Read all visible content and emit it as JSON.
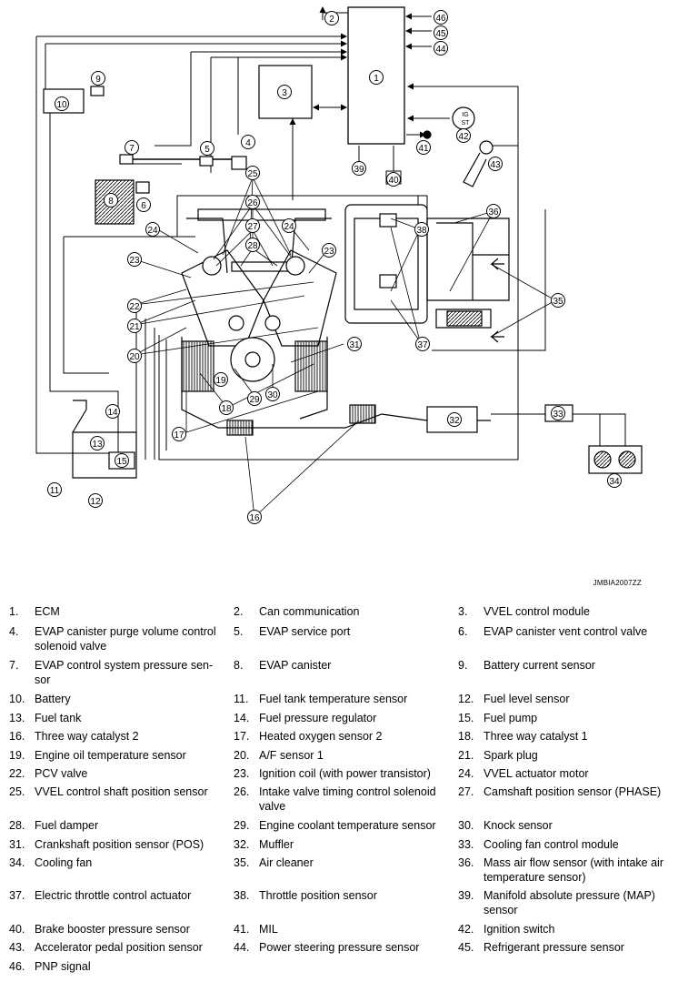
{
  "figure_code": "JMBIA2007ZZ",
  "callouts": [
    "1",
    "2",
    "3",
    "4",
    "5",
    "6",
    "7",
    "8",
    "9",
    "10",
    "11",
    "12",
    "13",
    "14",
    "15",
    "16",
    "17",
    "18",
    "19",
    "20",
    "21",
    "22",
    "23",
    "24",
    "25",
    "26",
    "27",
    "28",
    "29",
    "30",
    "31",
    "32",
    "33",
    "34",
    "35",
    "36",
    "37",
    "38",
    "39",
    "40",
    "41",
    "42",
    "43",
    "44",
    "45",
    "46"
  ],
  "ignition_labels": [
    "IG",
    "ST"
  ],
  "legend": [
    {
      "num": "1.",
      "label": "ECM"
    },
    {
      "num": "2.",
      "label": "Can communication"
    },
    {
      "num": "3.",
      "label": "VVEL control module"
    },
    {
      "num": "4.",
      "label": "EVAP canister purge volume control solenoid valve"
    },
    {
      "num": "5.",
      "label": "EVAP service port"
    },
    {
      "num": "6.",
      "label": "EVAP canister vent control valve"
    },
    {
      "num": "7.",
      "label": "EVAP control system pressure sen- sor"
    },
    {
      "num": "8.",
      "label": "EVAP canister"
    },
    {
      "num": "9.",
      "label": "Battery current sensor"
    },
    {
      "num": "10.",
      "label": "Battery"
    },
    {
      "num": "11.",
      "label": "Fuel tank temperature sensor"
    },
    {
      "num": "12.",
      "label": "Fuel level sensor"
    },
    {
      "num": "13.",
      "label": "Fuel tank"
    },
    {
      "num": "14.",
      "label": "Fuel pressure regulator"
    },
    {
      "num": "15.",
      "label": "Fuel pump"
    },
    {
      "num": "16.",
      "label": "Three way catalyst 2"
    },
    {
      "num": "17.",
      "label": "Heated oxygen sensor 2"
    },
    {
      "num": "18.",
      "label": "Three way catalyst 1"
    },
    {
      "num": "19.",
      "label": "Engine oil temperature sensor"
    },
    {
      "num": "20.",
      "label": "A/F sensor 1"
    },
    {
      "num": "21.",
      "label": "Spark plug"
    },
    {
      "num": "22.",
      "label": "PCV valve"
    },
    {
      "num": "23.",
      "label": "Ignition coil (with power transistor)"
    },
    {
      "num": "24.",
      "label": "VVEL actuator motor"
    },
    {
      "num": "25.",
      "label": "VVEL control shaft position sensor"
    },
    {
      "num": "26.",
      "label": "Intake valve timing control solenoid valve"
    },
    {
      "num": "27.",
      "label": "Camshaft position sensor (PHASE)"
    },
    {
      "num": "28.",
      "label": "Fuel damper"
    },
    {
      "num": "29.",
      "label": "Engine coolant temperature sensor"
    },
    {
      "num": "30.",
      "label": "Knock sensor"
    },
    {
      "num": "31.",
      "label": "Crankshaft position sensor (POS)"
    },
    {
      "num": "32.",
      "label": "Muffler"
    },
    {
      "num": "33.",
      "label": "Cooling fan control module"
    },
    {
      "num": "34.",
      "label": "Cooling fan"
    },
    {
      "num": "35.",
      "label": "Air cleaner"
    },
    {
      "num": "36.",
      "label": "Mass air flow sensor (with intake air temperature sensor)"
    },
    {
      "num": "37.",
      "label": "Electric throttle control actuator"
    },
    {
      "num": "38.",
      "label": "Throttle position sensor"
    },
    {
      "num": "39.",
      "label": "Manifold absolute pressure (MAP) sensor"
    },
    {
      "num": "40.",
      "label": "Brake booster pressure sensor"
    },
    {
      "num": "41.",
      "label": "MIL"
    },
    {
      "num": "42.",
      "label": "Ignition switch"
    },
    {
      "num": "43.",
      "label": "Accelerator pedal position sensor"
    },
    {
      "num": "44.",
      "label": "Power steering pressure sensor"
    },
    {
      "num": "45.",
      "label": "Refrigerant pressure sensor"
    },
    {
      "num": "46.",
      "label": "PNP signal"
    }
  ]
}
